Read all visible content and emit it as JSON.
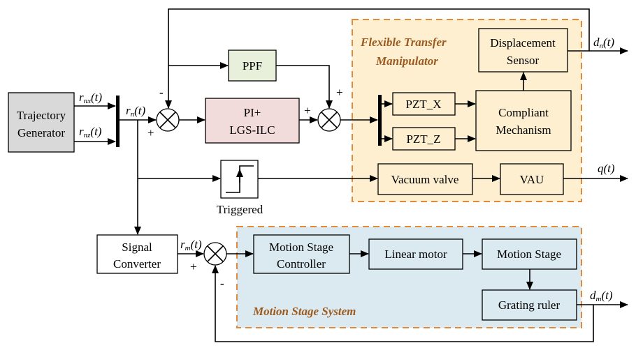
{
  "colors": {
    "trajectory_fill": "#d9d9d9",
    "ppf_fill": "#e8f0dc",
    "pi_fill": "#f2dcdb",
    "flexible_group_fill": "#fdefd0",
    "motion_group_fill": "#dbeaf0",
    "group_border": "#e08a3c",
    "group_title": "#9c5a1f"
  },
  "blocks": {
    "trajectory_generator": [
      "Trajectory",
      "Generator"
    ],
    "ppf": "PPF",
    "pi_lgs_ilc": [
      "PI+",
      "LGS-ILC"
    ],
    "displacement_sensor": [
      "Displacement",
      "Sensor"
    ],
    "pzt_x": "PZT_X",
    "pzt_z": "PZT_Z",
    "compliant_mechanism": [
      "Compliant",
      "Mechanism"
    ],
    "triggered": "Triggered",
    "vacuum_valve": "Vacuum valve",
    "vau": "VAU",
    "signal_converter": [
      "Signal",
      "Converter"
    ],
    "motion_stage_controller": [
      "Motion Stage",
      "Controller"
    ],
    "linear_motor": "Linear motor",
    "motion_stage": "Motion Stage",
    "grating_ruler": "Grating ruler"
  },
  "groups": {
    "flexible": [
      "Flexible  Transfer",
      "Manipulator"
    ],
    "motion": "Motion Stage System"
  },
  "signals": {
    "rnx": {
      "base": "r",
      "sub": "nx",
      "tail": "(t)"
    },
    "rnz": {
      "base": "r",
      "sub": "nz",
      "tail": "(t)"
    },
    "rn": {
      "base": "r",
      "sub": "n",
      "tail": "(t)"
    },
    "rm": {
      "base": "r",
      "sub": "m",
      "tail": "(t)"
    },
    "dn": {
      "base": "d",
      "sub": "n",
      "tail": "(t)"
    },
    "dm": {
      "base": "d",
      "sub": "m",
      "tail": "(t)"
    },
    "q": "q(t)"
  },
  "signs": {
    "plus": "+",
    "minus": "-"
  }
}
